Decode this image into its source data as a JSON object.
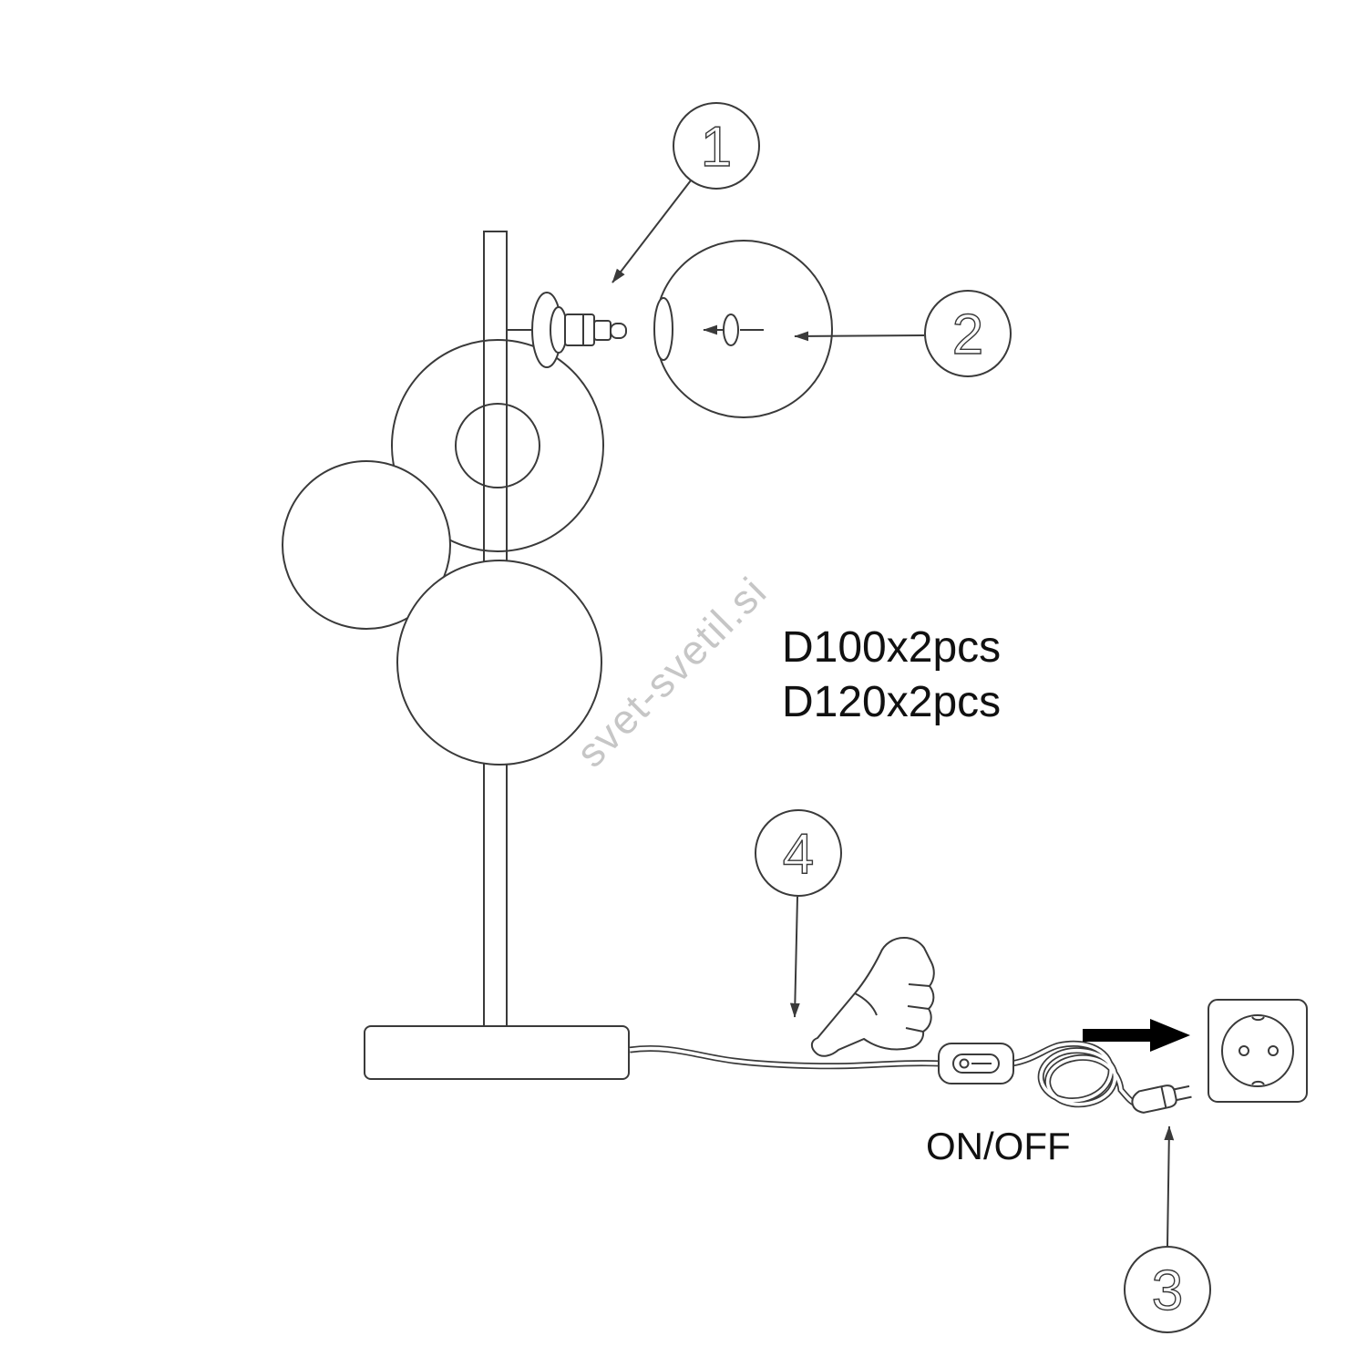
{
  "diagram": {
    "type": "assembly-instructions",
    "subject": "table lamp with glass globes, cord switch and wall plug"
  },
  "callouts": [
    {
      "id": 1,
      "label": "1"
    },
    {
      "id": 2,
      "label": "2"
    },
    {
      "id": 3,
      "label": "3"
    },
    {
      "id": 4,
      "label": "4"
    }
  ],
  "texts": {
    "parts_spec_line1": "D100x2pcs",
    "parts_spec_line2": "D120x2pcs",
    "switch_label": "ON/OFF",
    "watermark": "svet-svetil.si"
  },
  "colors": {
    "line": "#3a3a3a",
    "text": "#111111",
    "watermark": "#c6c6c6",
    "arrow": "#000000",
    "background": "#ffffff"
  }
}
